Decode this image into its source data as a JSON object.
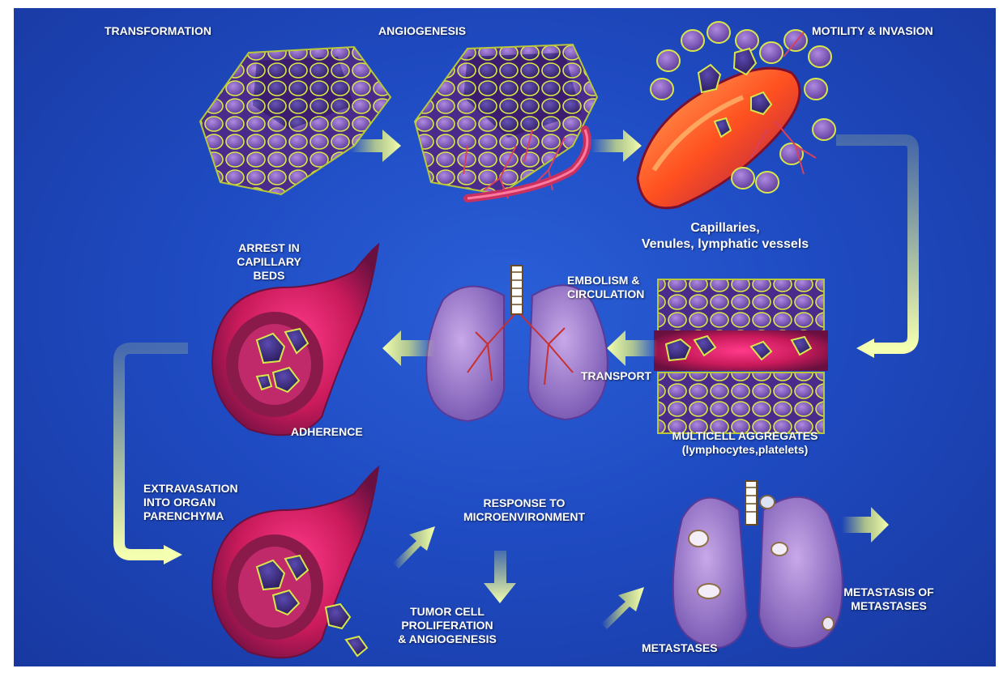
{
  "labels": {
    "transformation": "TRANSFORMATION",
    "angiogenesis": "ANGIOGENESIS",
    "motility": "MOTILITY & INVASION",
    "capillaries": "Capillaries,\nVenules, lymphatic vessels",
    "arrest": "ARREST IN\nCAPILLARY\nBEDS",
    "embolism": "EMBOLISM &\nCIRCULATION",
    "transport": "TRANSPORT",
    "adherence": "ADHERENCE",
    "multicell": "MULTICELL AGGREGATES\n(lymphocytes,platelets)",
    "extravasation": "EXTRAVASATION\nINTO ORGAN\nPARENCHYMA",
    "response": "RESPONSE TO\nMICROENVIRONMENT",
    "proliferation": "TUMOR CELL\nPROLIFERATION\n& ANGIOGENESIS",
    "metastases": "METASTASES",
    "metastasis_of_metastases": "METASTASIS OF\nMETASTASES"
  },
  "colors": {
    "background": "#1f4bc2",
    "arrow": "#e8f57a",
    "cell_outline": "#d8e84a",
    "cell_fill": "#7a5ab8",
    "vessel": "#d83a7a",
    "blood": "#ff6a1a",
    "lung": "#9a78c8"
  }
}
